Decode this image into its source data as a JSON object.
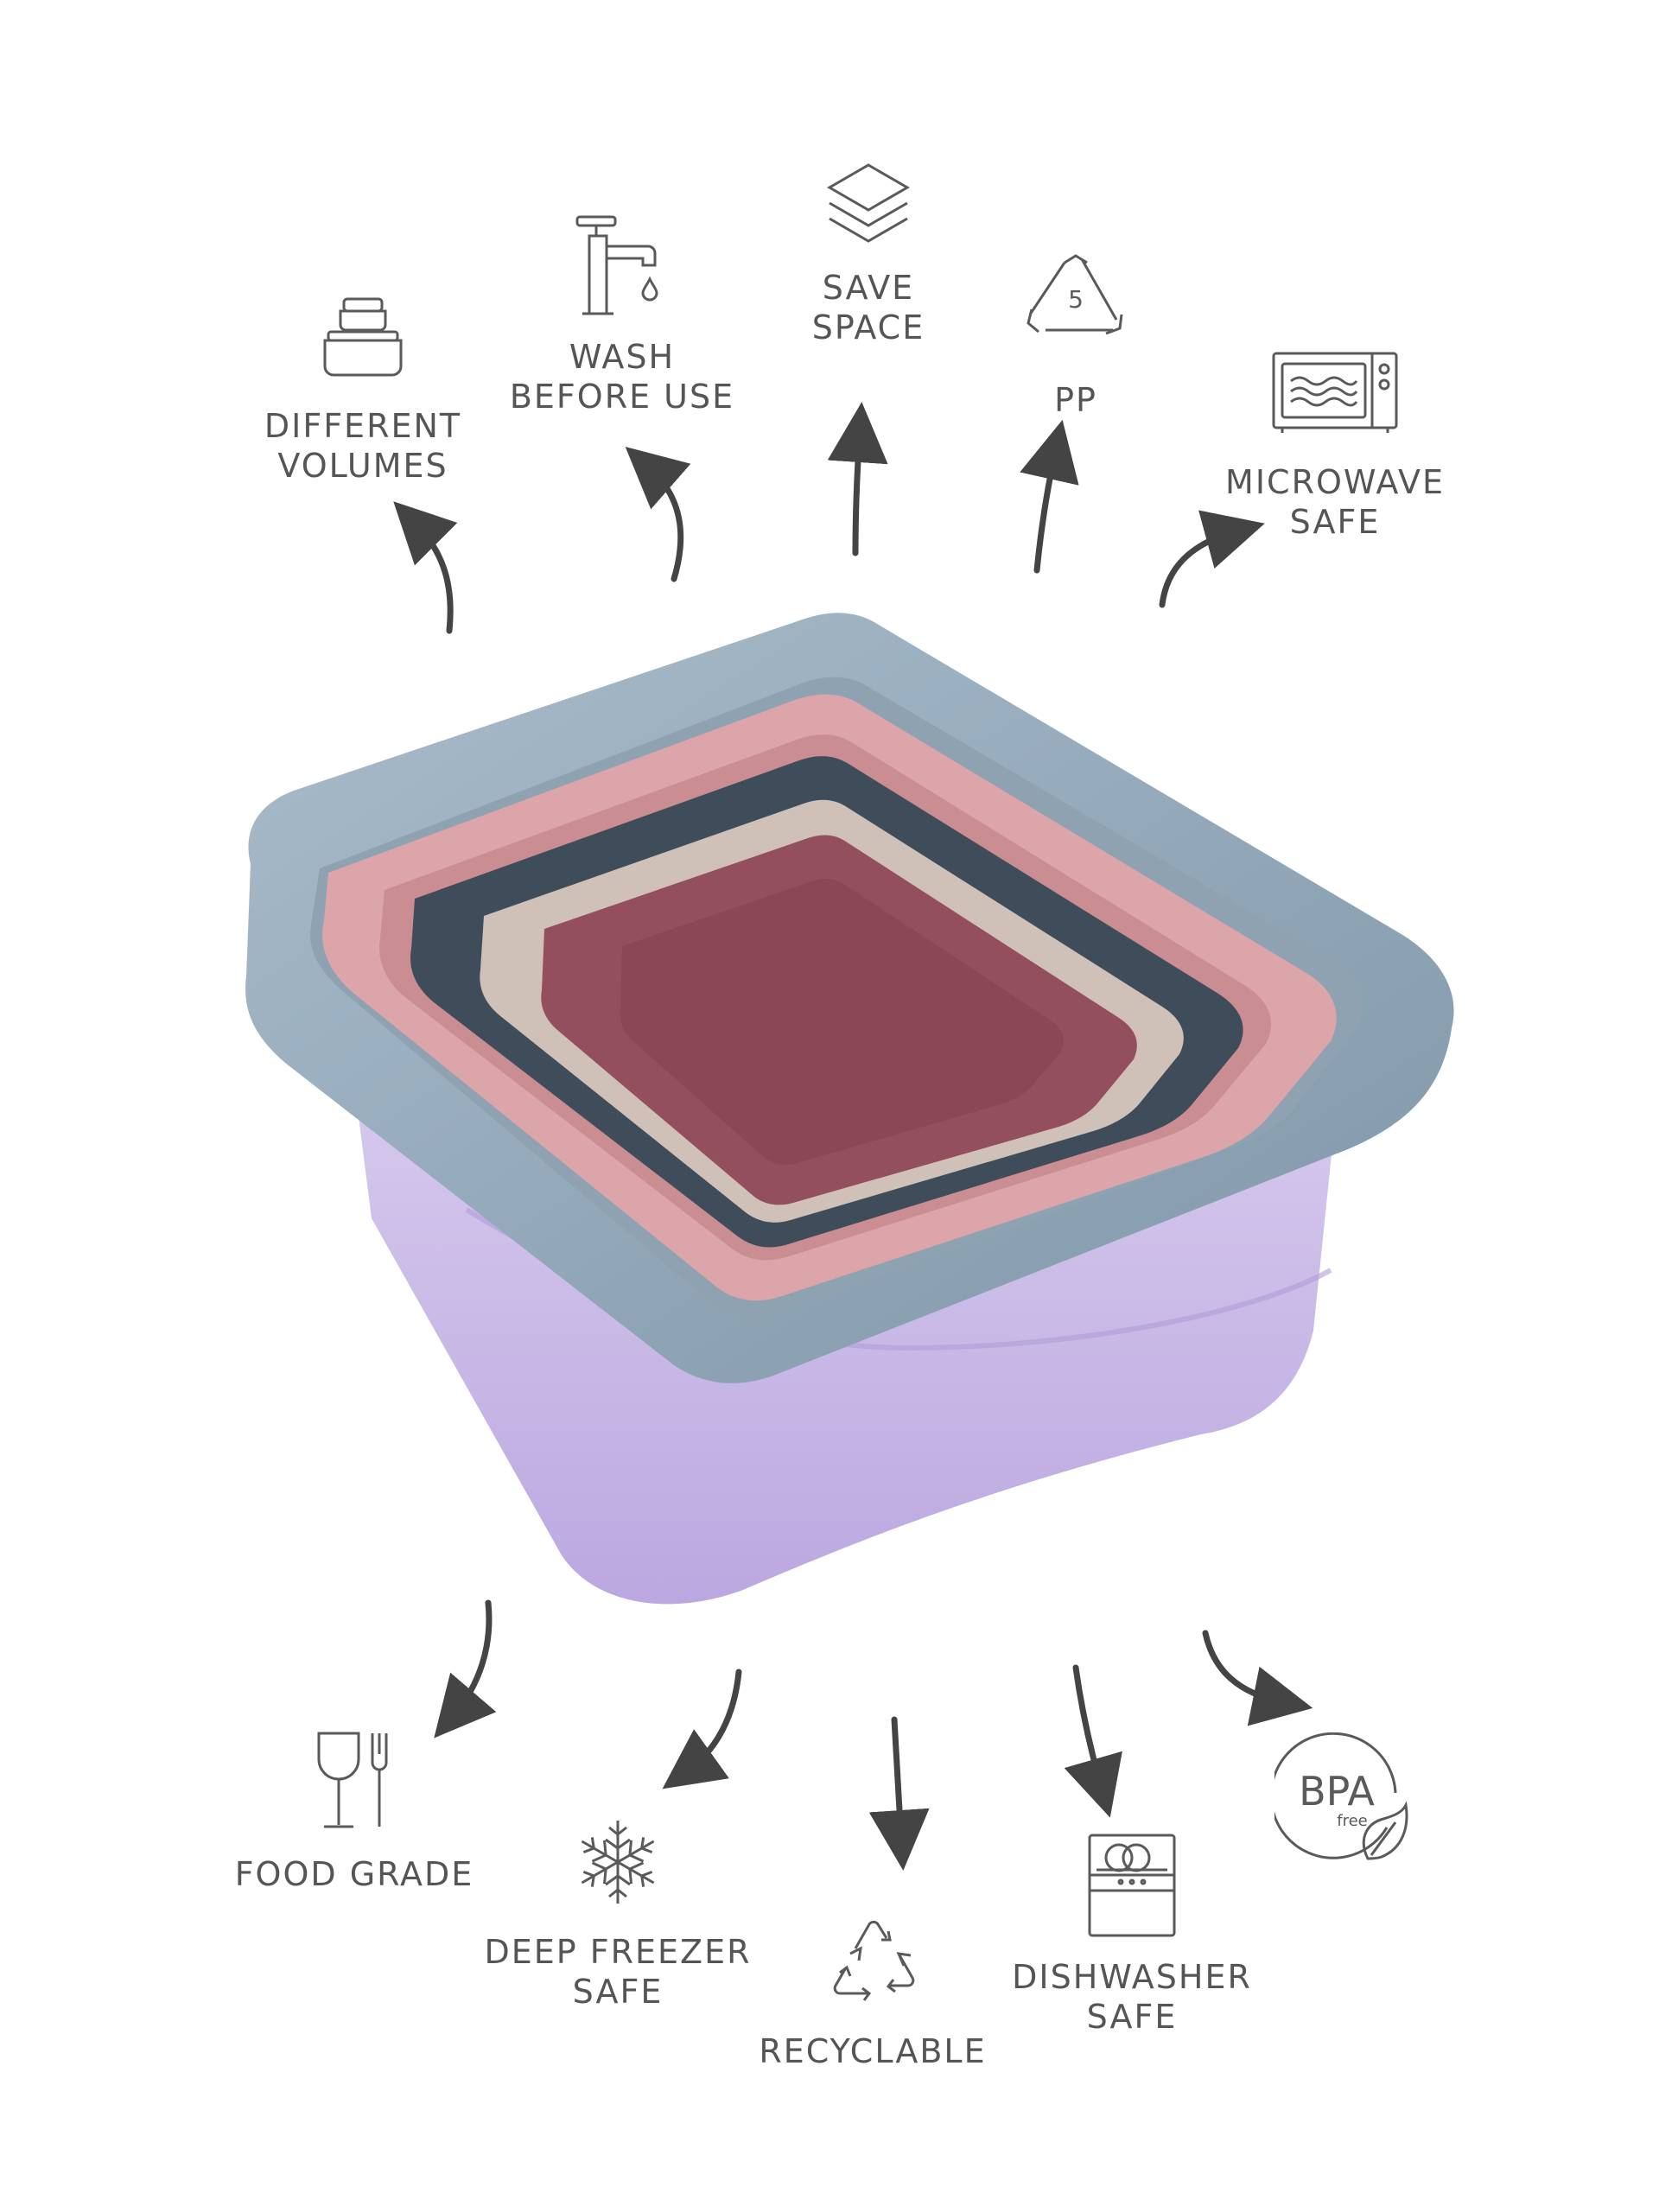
{
  "colors": {
    "icon_stroke": "#5a5a5a",
    "text": "#555555",
    "arrow": "#444444",
    "container_body": "#c9b8e6",
    "lid_blue": "#8fa6b6",
    "lid_pink": "#d9a2a6",
    "lid_navy": "#3f4d5b",
    "lid_beige": "#cdbfb6",
    "lid_berry": "#94505e"
  },
  "features": [
    {
      "id": "different-volumes",
      "icon": "stacked-bowls-icon",
      "lines": [
        "DIFFERENT",
        "VOLUMES"
      ]
    },
    {
      "id": "wash-before-use",
      "icon": "faucet-icon",
      "lines": [
        "WASH",
        "BEFORE USE"
      ]
    },
    {
      "id": "save-space",
      "icon": "layers-icon",
      "lines": [
        "SAVE",
        "SPACE"
      ]
    },
    {
      "id": "pp",
      "icon": "recycle-triangle-icon",
      "symbol_number": "5",
      "lines": [
        "PP"
      ]
    },
    {
      "id": "microwave-safe",
      "icon": "microwave-icon",
      "lines": [
        "MICROWAVE",
        "SAFE"
      ]
    },
    {
      "id": "food-grade",
      "icon": "glass-fork-icon",
      "lines": [
        "FOOD GRADE"
      ]
    },
    {
      "id": "deep-freezer-safe",
      "icon": "snowflake-icon",
      "lines": [
        "DEEP FREEZER",
        "SAFE"
      ]
    },
    {
      "id": "recyclable",
      "icon": "recycle-arrows-icon",
      "lines": [
        "RECYCLABLE"
      ]
    },
    {
      "id": "dishwasher-safe",
      "icon": "dishwasher-icon",
      "lines": [
        "DISHWASHER",
        "SAFE"
      ]
    },
    {
      "id": "bpa-free",
      "icon": "bpa-free-badge-icon",
      "badge_main": "BPA",
      "badge_sub": "free",
      "lines": []
    }
  ]
}
